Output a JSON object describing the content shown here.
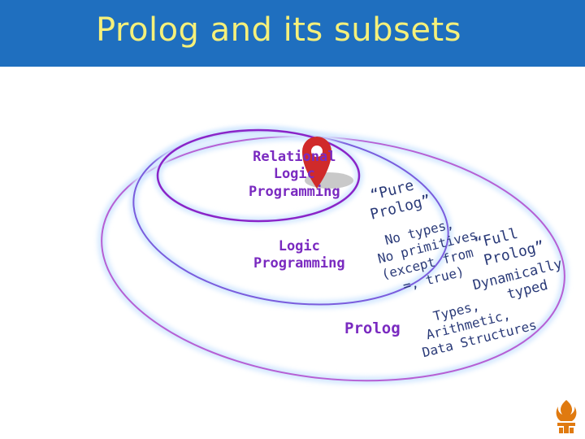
{
  "slide": {
    "title": "Prolog and its subsets"
  },
  "diagram": {
    "regions": {
      "relational": {
        "lines": [
          "Relational",
          "Logic",
          "Programming"
        ]
      },
      "logic": {
        "lines": [
          "Logic",
          "Programming"
        ]
      },
      "prolog": {
        "label": "Prolog"
      }
    },
    "annotations": {
      "pure": {
        "lines": [
          "“Pure",
          "Prolog”"
        ]
      },
      "no_types": {
        "lines": [
          "No types,",
          "No primitives",
          "(except from",
          "=, true)"
        ]
      },
      "full": {
        "lines": [
          "“Full",
          "Prolog”"
        ]
      },
      "dynamic": {
        "lines": [
          "Dynamically",
          "typed"
        ]
      },
      "types": {
        "lines": [
          "Types,",
          "Arithmetic,",
          "Data Structures"
        ]
      }
    },
    "colors": {
      "outer": "#b65fd4",
      "middle": "#7a5cdd",
      "inner": "#8a24c8",
      "glow": "#d6e9ff",
      "pin": "#d02a2a",
      "text_annotation": "#2a3a78",
      "header": "#1f6fbf",
      "title": "#f5f07a"
    },
    "icons": [
      "map-pin-icon",
      "logo-icon"
    ]
  }
}
